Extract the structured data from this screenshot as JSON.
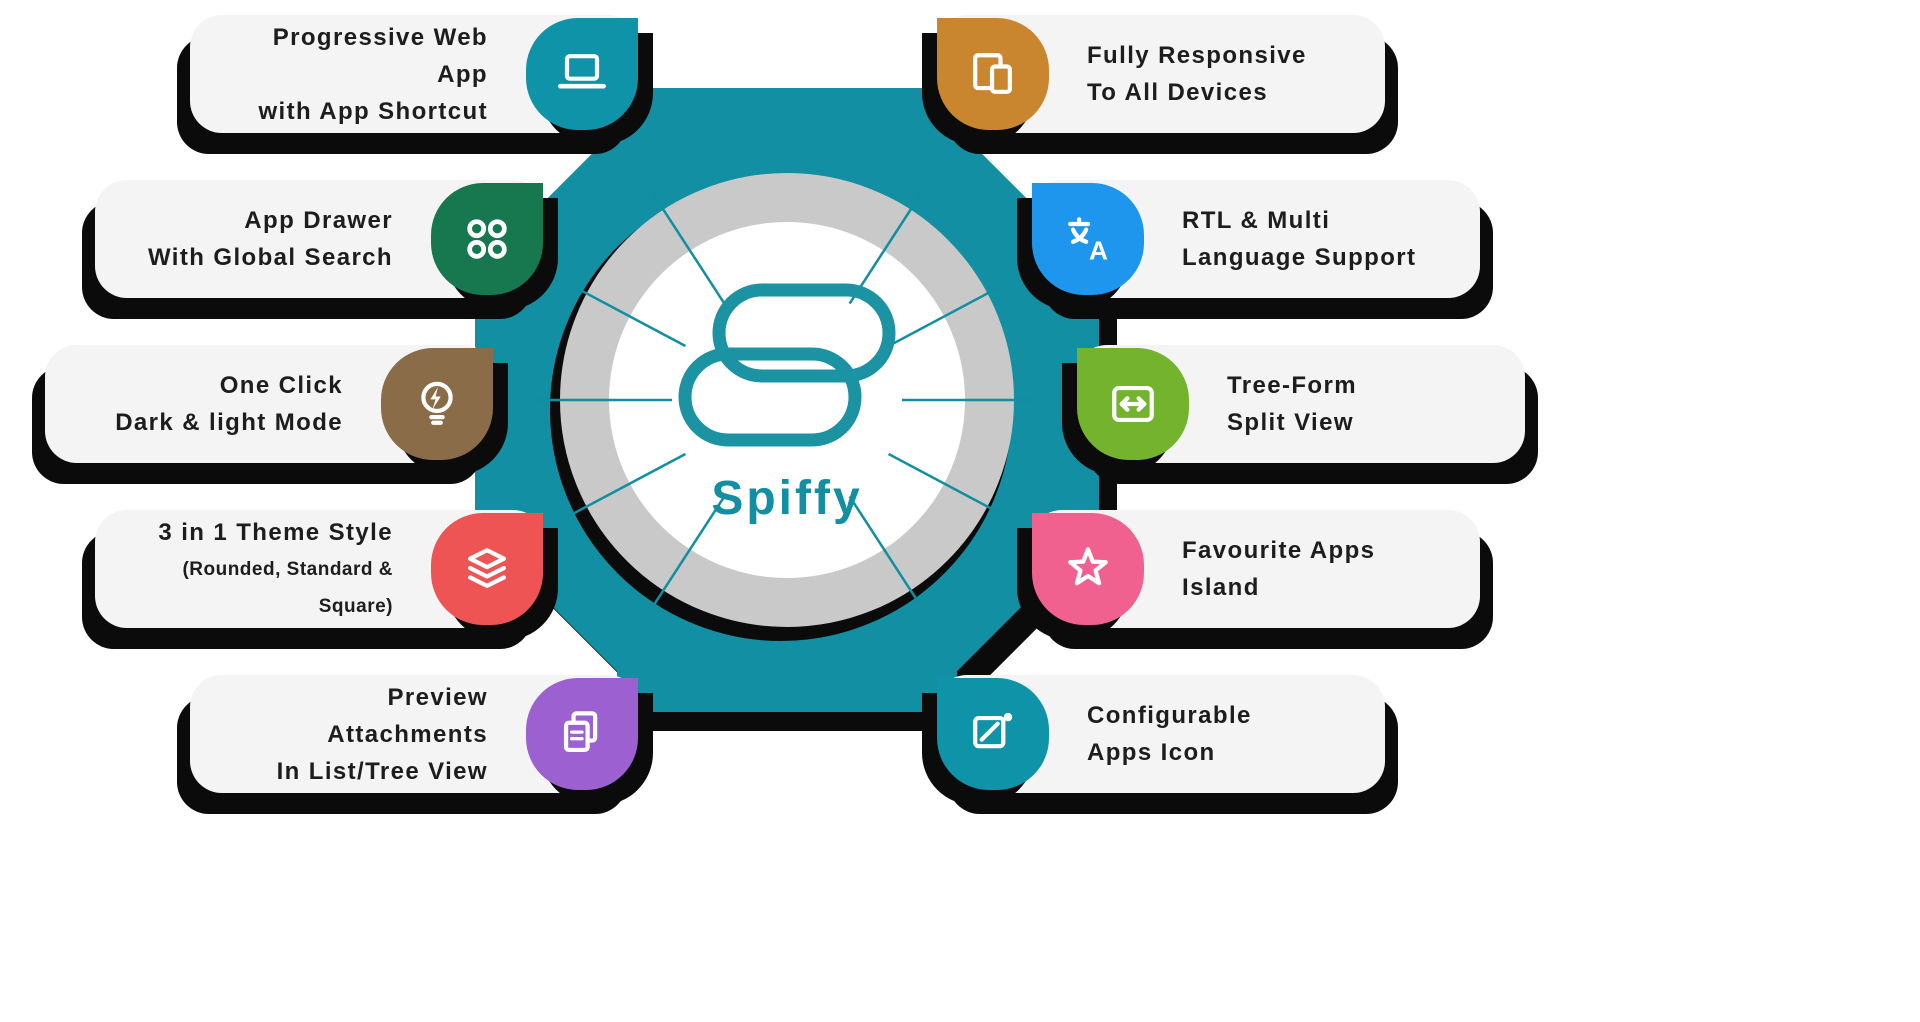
{
  "brand": {
    "name": "Spiffy",
    "logo_color": "#1b93a2"
  },
  "hub": {
    "gear_color": "#128fa2",
    "ring_color": "#c9c9c9",
    "inner_color": "#ffffff",
    "spoke_color": "#0f8fa0",
    "shadow_color": "#0b0b0b"
  },
  "icons": {
    "translate_letter": "A"
  },
  "features": {
    "left": [
      {
        "id": "pwa",
        "lines": [
          "Progressive Web App",
          "with App Shortcut"
        ],
        "color": "#0e93a8",
        "icon": "laptop-icon"
      },
      {
        "id": "app-drawer",
        "lines": [
          "App Drawer",
          "With Global Search"
        ],
        "color": "#17784f",
        "icon": "app-grid-icon"
      },
      {
        "id": "dark-light-mode",
        "lines": [
          "One Click",
          "Dark & light Mode"
        ],
        "color": "#8a6c48",
        "icon": "bulb-bolt-icon"
      },
      {
        "id": "theme-style",
        "lines": [
          "3 in 1 Theme Style",
          "(Rounded, Standard & Square)"
        ],
        "color": "#ee5453",
        "icon": "layers-icon"
      },
      {
        "id": "preview-attachments",
        "lines": [
          "Preview Attachments",
          "In List/Tree View"
        ],
        "color": "#9d60d1",
        "icon": "documents-icon"
      }
    ],
    "right": [
      {
        "id": "responsive",
        "lines": [
          "Fully Responsive",
          "To All Devices"
        ],
        "color": "#c9862e",
        "icon": "devices-icon"
      },
      {
        "id": "rtl-language",
        "lines": [
          "RTL & Multi",
          "Language Support"
        ],
        "color": "#1e96ee",
        "icon": "translate-icon"
      },
      {
        "id": "split-view",
        "lines": [
          "Tree-Form",
          "Split View"
        ],
        "color": "#74b32e",
        "icon": "split-view-icon"
      },
      {
        "id": "favourite-apps",
        "lines": [
          "Favourite Apps",
          "Island"
        ],
        "color": "#f0618f",
        "icon": "star-icon"
      },
      {
        "id": "configurable-apps-icon",
        "lines": [
          "Configurable",
          "Apps Icon"
        ],
        "color": "#0e93a8",
        "icon": "edit-app-icon"
      }
    ]
  }
}
